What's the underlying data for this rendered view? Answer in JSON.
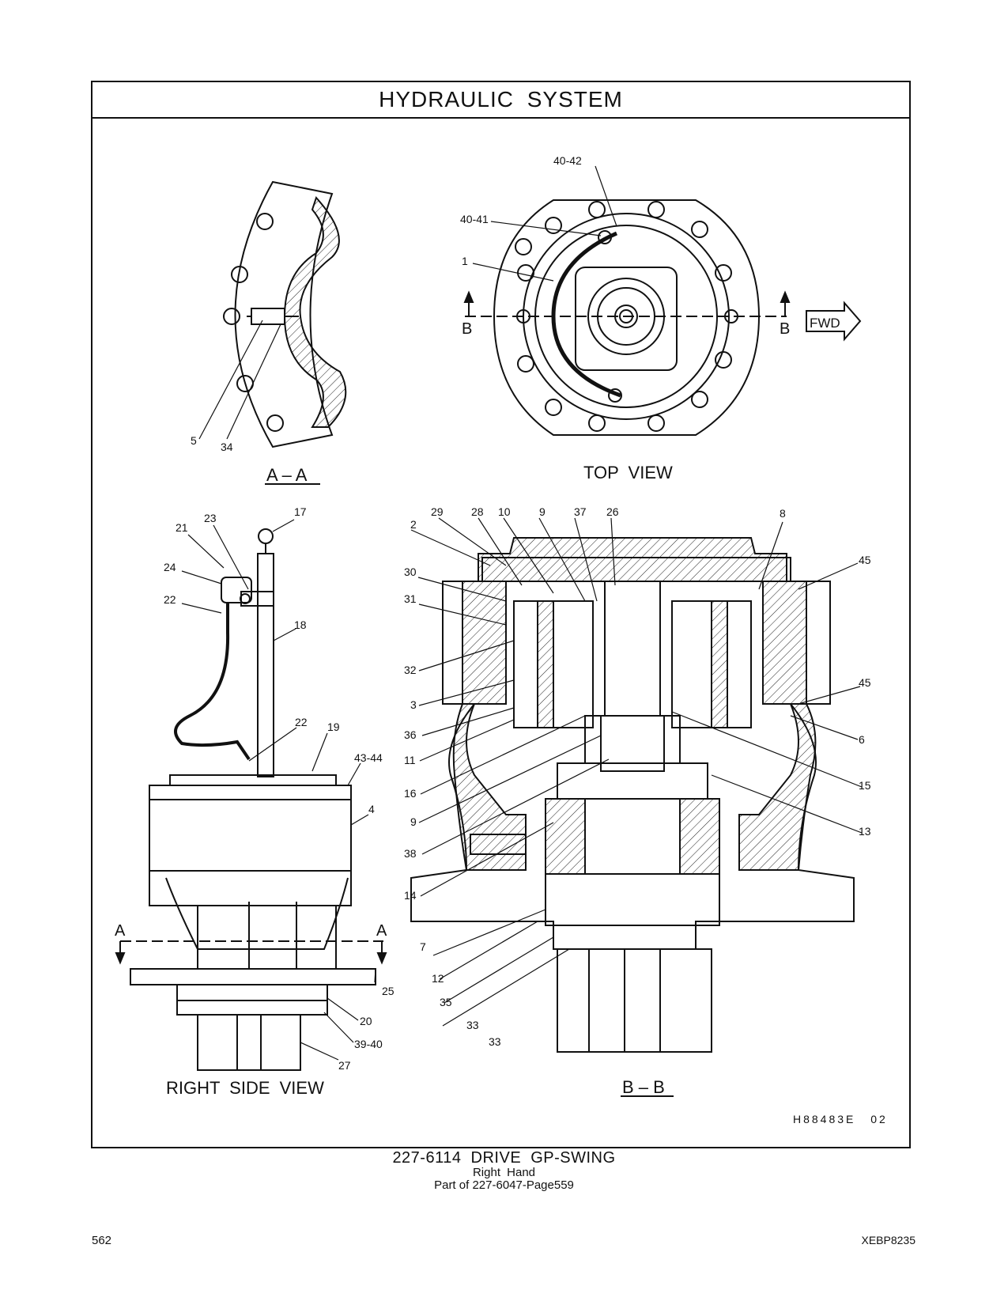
{
  "header": {
    "title": "HYDRAULIC SYSTEM"
  },
  "views": {
    "section_aa": "A – A",
    "top_view": "TOP VIEW",
    "right_side_view": "RIGHT SIDE VIEW",
    "section_bb": "B – B"
  },
  "markers": {
    "a": "A",
    "b": "B",
    "fwd": "FWD"
  },
  "callouts": {
    "aa": [
      "5",
      "34"
    ],
    "top": [
      "40-42",
      "40-41",
      "1"
    ],
    "side": [
      "17",
      "21",
      "23",
      "24",
      "22",
      "18",
      "22",
      "19",
      "43-44",
      "4",
      "25",
      "20",
      "39-40",
      "27"
    ],
    "bb_left": [
      "2",
      "29",
      "28",
      "10",
      "9",
      "37",
      "26",
      "30",
      "31",
      "32",
      "3",
      "36",
      "11",
      "16",
      "9",
      "38",
      "14",
      "7",
      "12",
      "35",
      "33",
      "33"
    ],
    "bb_right": [
      "8",
      "45",
      "45",
      "6",
      "15",
      "13"
    ]
  },
  "illustration_id": "H88483E 02",
  "footer": {
    "part_title": "227-6114 DRIVE GP-SWING",
    "subtitle": "Right Hand",
    "reference": "Part of 227-6047-Page559",
    "page_number": "562",
    "book_id": "XEBP8235"
  }
}
